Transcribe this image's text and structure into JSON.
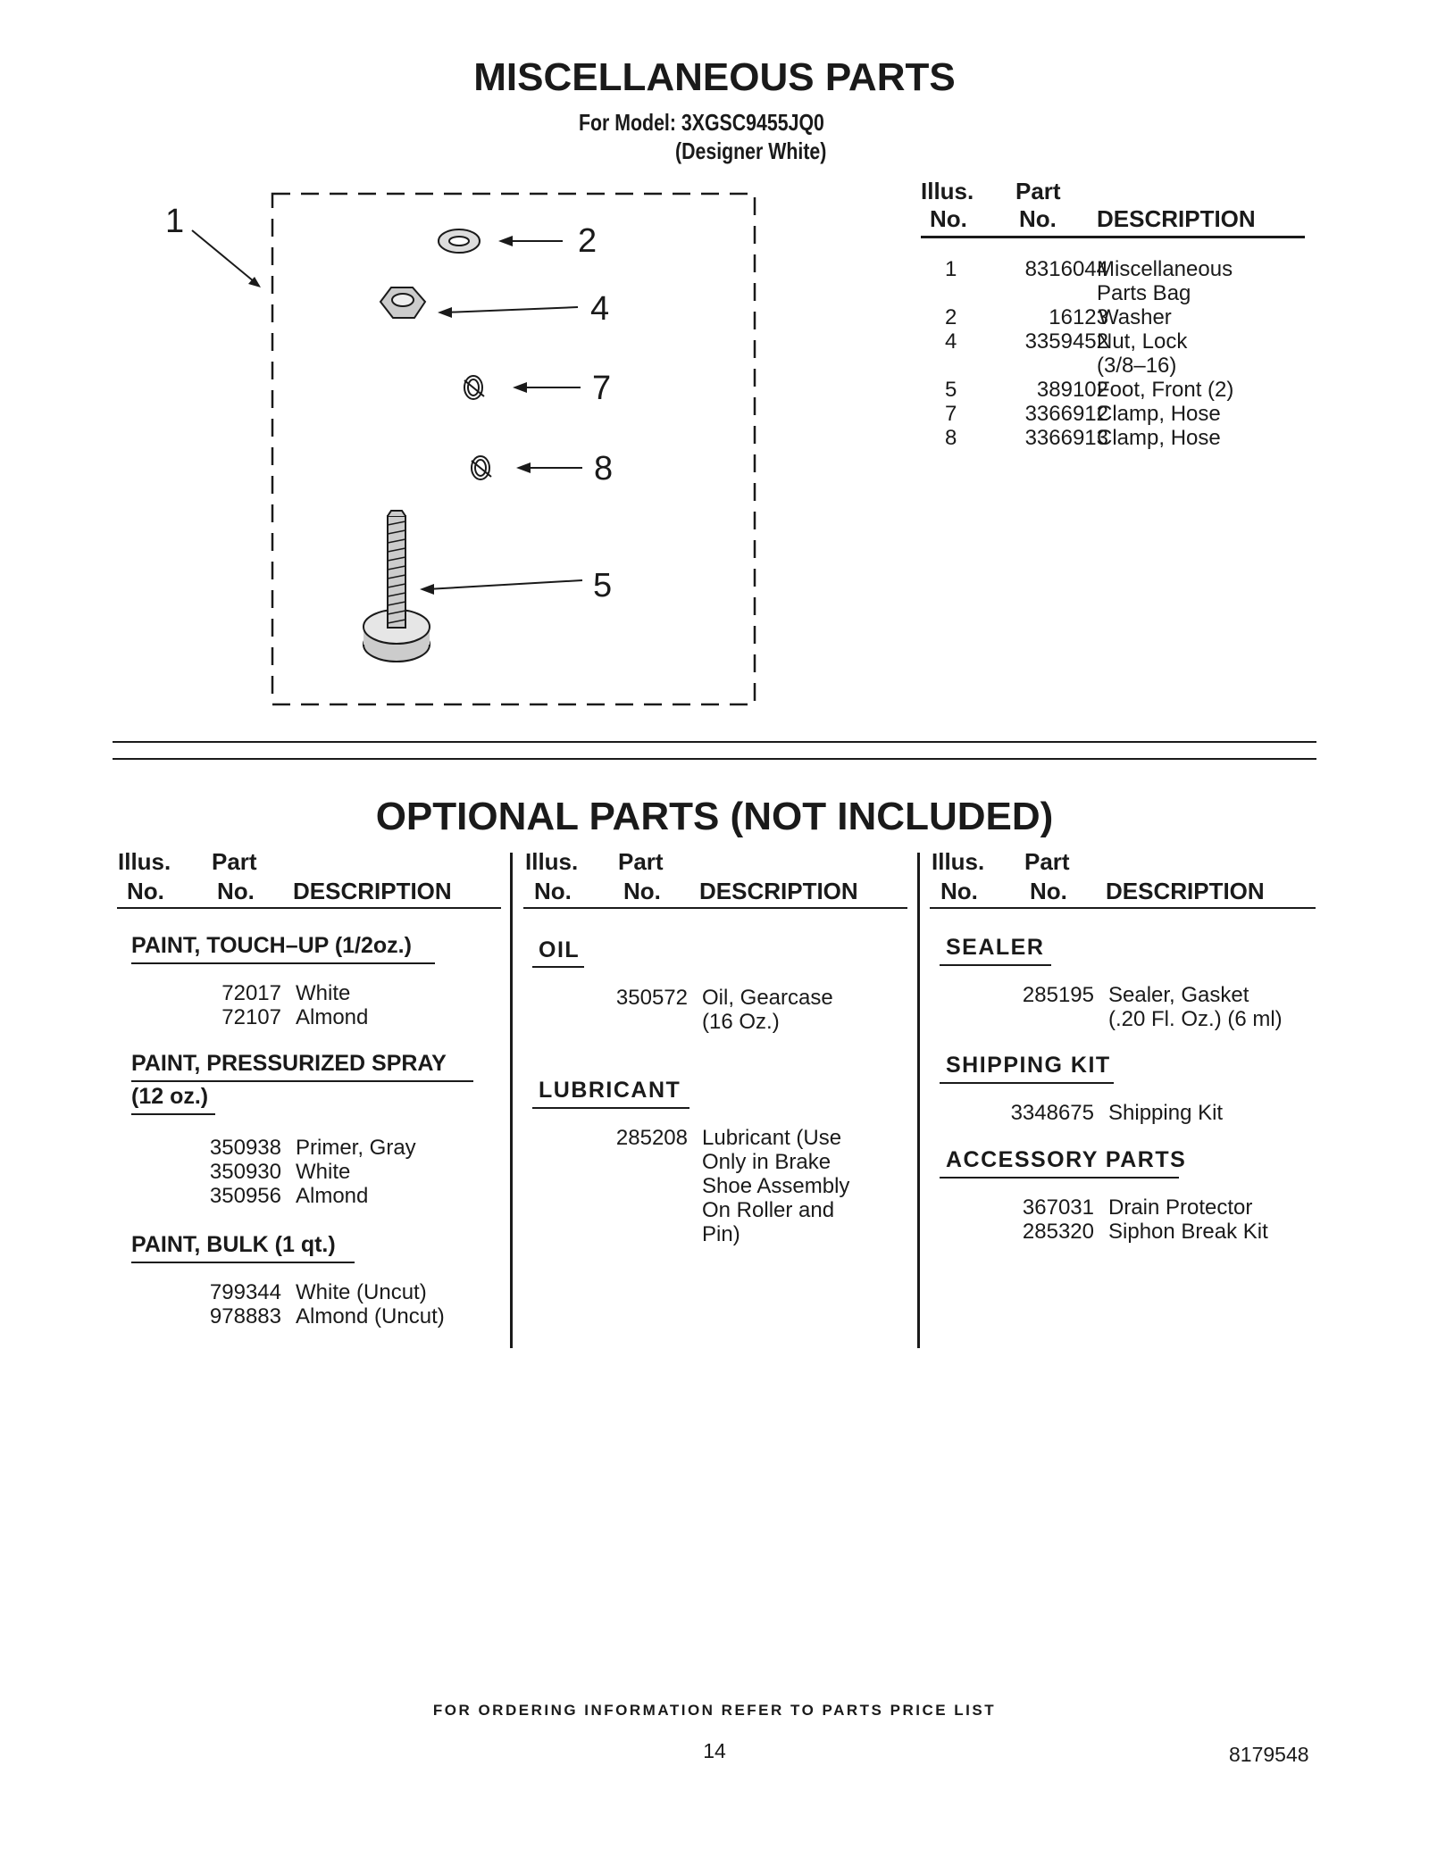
{
  "header": {
    "title": "MISCELLANEOUS PARTS",
    "model_line": "For Model: 3XGSC9455JQ0",
    "color_line": "(Designer White)"
  },
  "diagram": {
    "callouts": [
      "1",
      "2",
      "4",
      "7",
      "8",
      "5"
    ]
  },
  "misc_table": {
    "col_illus_1": "Illus.",
    "col_illus_2": "No.",
    "col_part_1": "Part",
    "col_part_2": "No.",
    "col_desc": "DESCRIPTION",
    "rows": [
      {
        "illus": "1",
        "part": "8316044",
        "desc": "Miscellaneous",
        "desc2": "Parts Bag"
      },
      {
        "illus": "2",
        "part": "16123",
        "desc": "Washer",
        "desc2": ""
      },
      {
        "illus": "4",
        "part": "3359452",
        "desc": "Nut, Lock",
        "desc2": "(3/8–16)"
      },
      {
        "illus": "5",
        "part": "389102",
        "desc": "Foot, Front (2)",
        "desc2": ""
      },
      {
        "illus": "7",
        "part": "3366912",
        "desc": "Clamp, Hose",
        "desc2": ""
      },
      {
        "illus": "8",
        "part": "3366913",
        "desc": "Clamp, Hose",
        "desc2": ""
      }
    ]
  },
  "optional": {
    "title": "OPTIONAL PARTS (NOT INCLUDED)",
    "col_illus_1": "Illus.",
    "col_illus_2": "No.",
    "col_part_1": "Part",
    "col_part_2": "No.",
    "col_desc": "DESCRIPTION",
    "col1": {
      "cat1": "PAINT, TOUCH–UP (1/2oz.)",
      "cat1_rows": [
        {
          "part": "72017",
          "desc": "White"
        },
        {
          "part": "72107",
          "desc": "Almond"
        }
      ],
      "cat2_line1": "PAINT, PRESSURIZED SPRAY",
      "cat2_line2": "(12 oz.)",
      "cat2_rows": [
        {
          "part": "350938",
          "desc": "Primer, Gray"
        },
        {
          "part": "350930",
          "desc": "White"
        },
        {
          "part": "350956",
          "desc": "Almond"
        }
      ],
      "cat3": "PAINT, BULK (1 qt.)",
      "cat3_rows": [
        {
          "part": "799344",
          "desc": "White (Uncut)"
        },
        {
          "part": "978883",
          "desc": "Almond (Uncut)"
        }
      ]
    },
    "col2": {
      "cat1": "OIL",
      "cat1_part": "350572",
      "cat1_desc": [
        "Oil, Gearcase",
        "(16 Oz.)"
      ],
      "cat2": "LUBRICANT",
      "cat2_part": "285208",
      "cat2_desc": [
        "Lubricant (Use",
        "Only in Brake",
        "Shoe Assembly",
        "On Roller and",
        "Pin)"
      ]
    },
    "col3": {
      "cat1": "SEALER",
      "cat1_part": "285195",
      "cat1_desc": [
        "Sealer, Gasket",
        "(.20 Fl. Oz.) (6 ml)"
      ],
      "cat2": "SHIPPING KIT",
      "cat2_part": "3348675",
      "cat2_desc": "Shipping Kit",
      "cat3": "ACCESSORY PARTS",
      "cat3_rows": [
        {
          "part": "367031",
          "desc": "Drain Protector"
        },
        {
          "part": "285320",
          "desc": "Siphon Break Kit"
        }
      ]
    }
  },
  "footer": {
    "note": "FOR ORDERING INFORMATION REFER TO PARTS PRICE LIST",
    "page": "14",
    "doc_number": "8179548"
  }
}
